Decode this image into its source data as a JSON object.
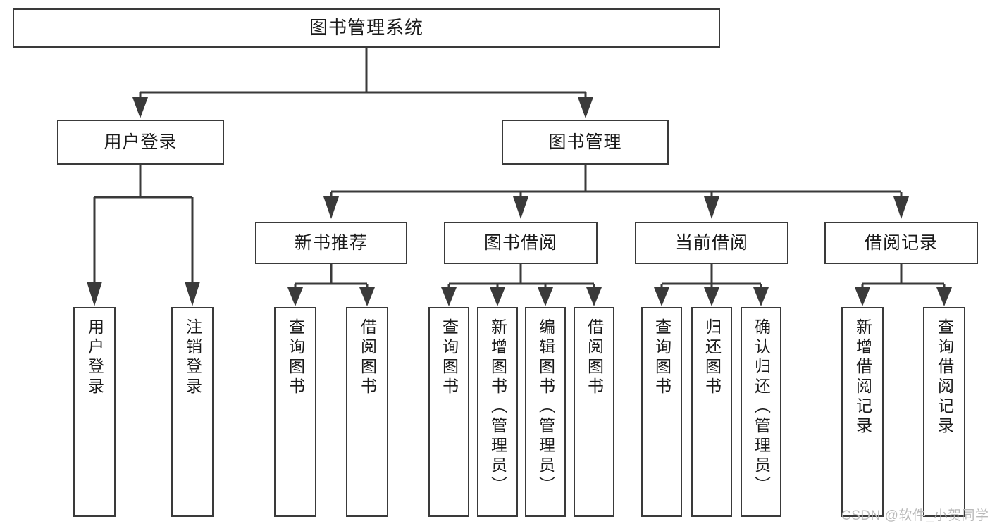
{
  "diagram": {
    "type": "tree",
    "title": "图书管理系统",
    "orientation": "top-down",
    "levels": 4,
    "colors": {
      "box_border": "#3a3a3a",
      "box_fill": "#ffffff",
      "edge": "#3a3a3a",
      "text": "#1a1a1a",
      "watermark": "#b9b9b9",
      "background": "#ffffff"
    }
  },
  "nodes": {
    "root": {
      "label": "图书管理系统"
    },
    "level2": [
      {
        "id": "user-login",
        "label": "用户登录"
      },
      {
        "id": "book-management",
        "label": "图书管理"
      }
    ],
    "level3": [
      {
        "id": "new-book-recommend",
        "label": "新书推荐"
      },
      {
        "id": "book-borrow",
        "label": "图书借阅"
      },
      {
        "id": "current-borrow",
        "label": "当前借阅"
      },
      {
        "id": "borrow-record",
        "label": "借阅记录"
      }
    ],
    "leaves": {
      "user_login": [
        {
          "id": "leaf-user-login",
          "label": "用户登录"
        },
        {
          "id": "leaf-logout-login",
          "label": "注销登录"
        }
      ],
      "new_book_recommend": [
        {
          "id": "leaf-query-book-1",
          "label": "查询图书"
        },
        {
          "id": "leaf-borrow-book-1",
          "label": "借阅图书"
        }
      ],
      "book_borrow": [
        {
          "id": "leaf-query-book-2",
          "label": "查询图书"
        },
        {
          "id": "leaf-add-book-admin",
          "label": "新增图书（管理员）"
        },
        {
          "id": "leaf-edit-book-admin",
          "label": "编辑图书（管理员）"
        },
        {
          "id": "leaf-borrow-book-2",
          "label": "借阅图书"
        }
      ],
      "current_borrow": [
        {
          "id": "leaf-query-book-3",
          "label": "查询图书"
        },
        {
          "id": "leaf-return-book",
          "label": "归还图书"
        },
        {
          "id": "leaf-confirm-return-admin",
          "label": "确认归还（管理员）"
        }
      ],
      "borrow_record": [
        {
          "id": "leaf-add-borrow-record",
          "label": "新增借阅记录"
        },
        {
          "id": "leaf-query-borrow-record",
          "label": "查询借阅记录"
        }
      ]
    }
  },
  "watermark": {
    "text": "CSDN @软件_小贺同学"
  }
}
